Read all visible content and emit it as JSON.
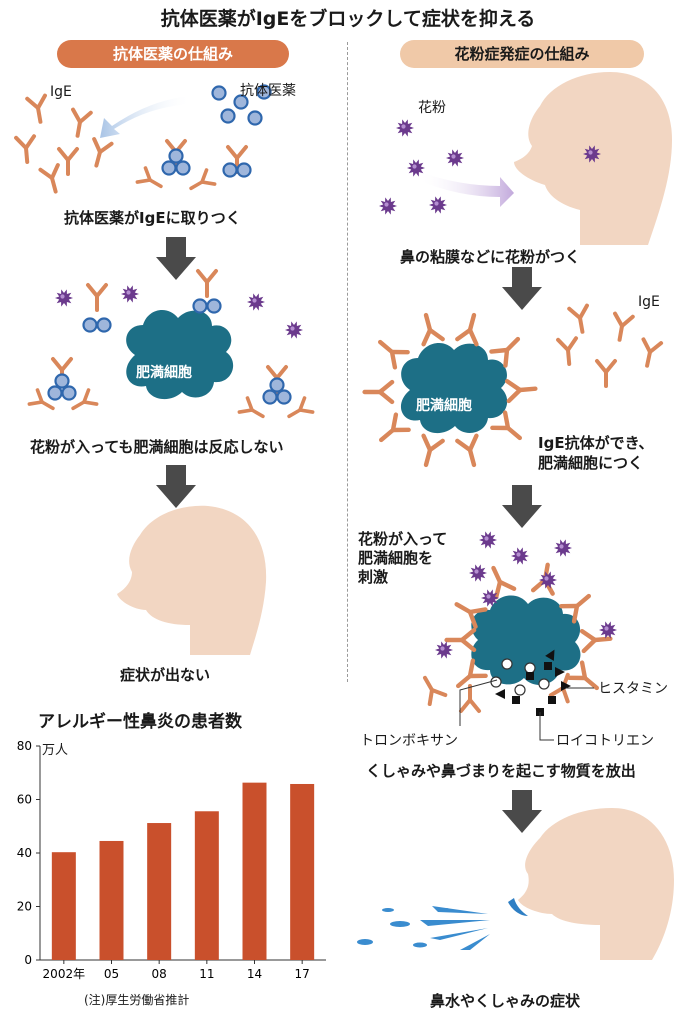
{
  "title": "抗体医薬がIgEをブロックして症状を抑える",
  "left": {
    "heading": "抗体医薬の仕組み",
    "label_ige": "IgE",
    "label_drug": "抗体医薬",
    "step1": "抗体医薬がIgEに取りつく",
    "cell_label": "肥満細胞",
    "step2": "花粉が入っても肥満細胞は反応しない",
    "step3": "症状が出ない"
  },
  "right": {
    "heading": "花粉症発症の仕組み",
    "label_pollen": "花粉",
    "step1": "鼻の粘膜などに花粉がつく",
    "label_ige": "IgE",
    "cell_label": "肥満細胞",
    "step2_line1": "IgE抗体ができ、",
    "step2_line2": "肥満細胞につく",
    "step3_line1": "花粉が入って",
    "step3_line2": "肥満細胞を",
    "step3_line3": "刺激",
    "histamine": "ヒスタミン",
    "thromboxane": "トロンボキサン",
    "leukotriene": "ロイコトリエン",
    "step4": "くしゃみや鼻づまりを起こす物質を放出",
    "step5": "鼻水やくしゃみの症状"
  },
  "chart_data": {
    "type": "bar",
    "title": "アレルギー性鼻炎の患者数",
    "unit": "万人",
    "categories": [
      "2002年",
      "05",
      "08",
      "11",
      "14",
      "17"
    ],
    "values": [
      40.3,
      44.5,
      51.2,
      55.6,
      66.3,
      65.8
    ],
    "ylim": [
      0,
      80
    ],
    "yticks": [
      "0",
      "20",
      "40",
      "60",
      "80"
    ],
    "grid": false,
    "note": "(注)厚生労働省推計"
  },
  "colors": {
    "antibody": "#d9875a",
    "drug": "#9fb6db",
    "drug_stroke": "#2f67ad",
    "cell": "#1d6f86",
    "pollen": "#6b3a8d",
    "arrow": "#4a4a4a",
    "face": "#f2d6c2",
    "bar": "#c9502c",
    "pill_left": "#d9784a",
    "pill_right": "#f0c9a8"
  }
}
